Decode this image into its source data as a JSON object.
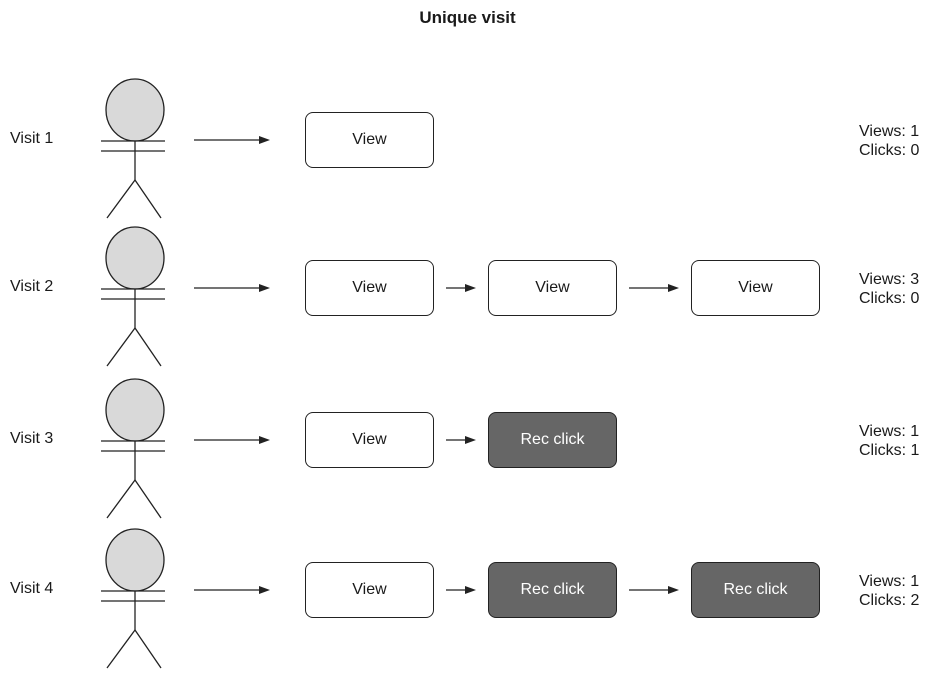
{
  "title": "Unique visit",
  "colors": {
    "head_fill": "#d9d9d9",
    "rec_click_fill": "#666666",
    "view_fill": "#ffffff",
    "stroke": "#222222"
  },
  "visits": [
    {
      "label": "Visit 1",
      "steps": [
        {
          "text": "View",
          "kind": "view"
        }
      ],
      "views": "Views: 1",
      "clicks": "Clicks: 0"
    },
    {
      "label": "Visit 2",
      "steps": [
        {
          "text": "View",
          "kind": "view"
        },
        {
          "text": "View",
          "kind": "view"
        },
        {
          "text": "View",
          "kind": "view"
        }
      ],
      "views": "Views: 3",
      "clicks": "Clicks: 0"
    },
    {
      "label": "Visit 3",
      "steps": [
        {
          "text": "View",
          "kind": "view"
        },
        {
          "text": "Rec click",
          "kind": "click"
        }
      ],
      "views": "Views: 1",
      "clicks": "Clicks: 1"
    },
    {
      "label": "Visit 4",
      "steps": [
        {
          "text": "View",
          "kind": "view"
        },
        {
          "text": "Rec click",
          "kind": "click"
        },
        {
          "text": "Rec click",
          "kind": "click"
        }
      ],
      "views": "Views: 1",
      "clicks": "Clicks: 2"
    }
  ]
}
